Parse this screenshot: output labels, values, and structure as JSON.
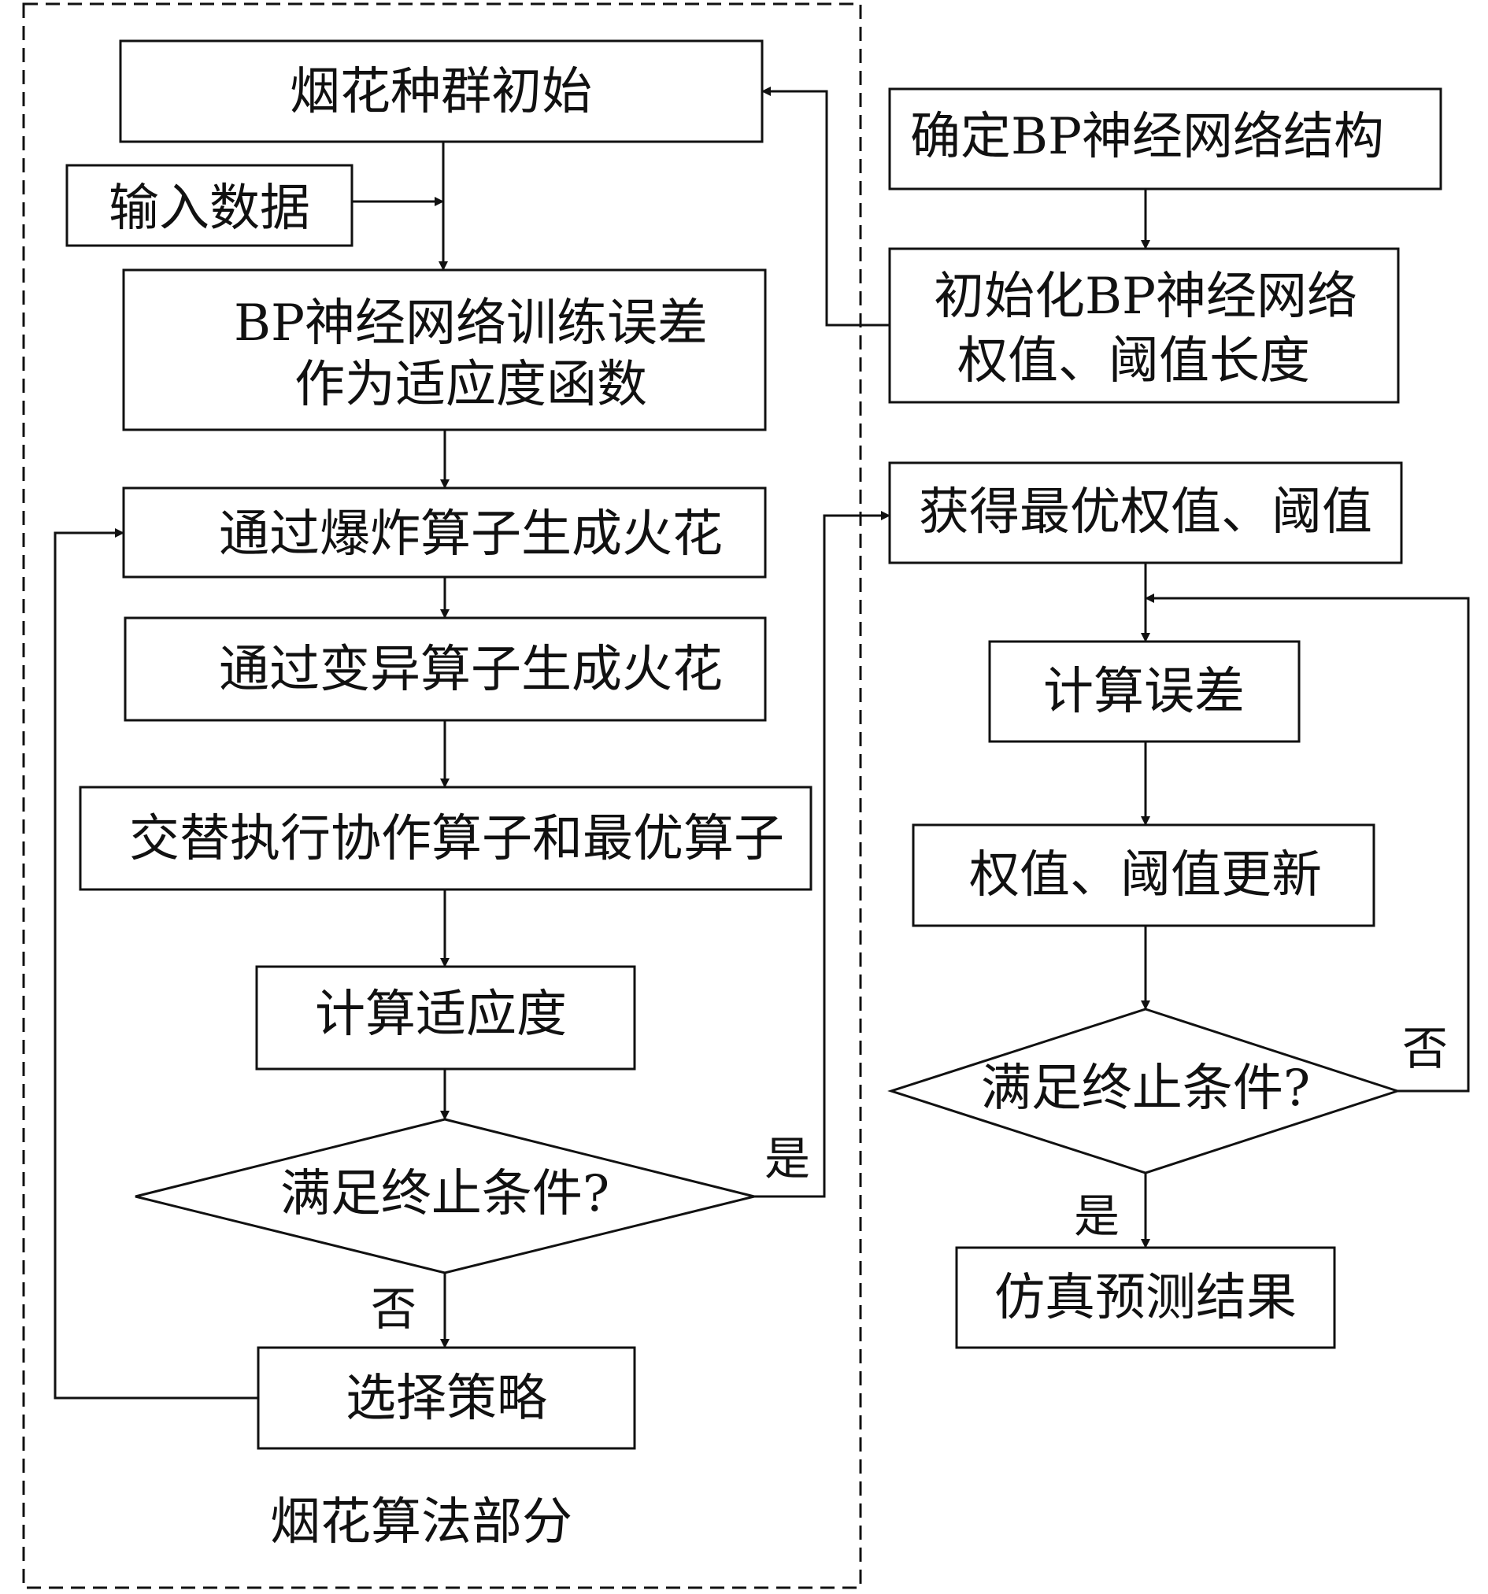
{
  "fwa": {
    "group_label": "烟花算法部分",
    "init_population": "烟花种群初始",
    "input_data": "输入数据",
    "fitness_line1": "BP神经网络训练误差",
    "fitness_line2": "作为适应度函数",
    "explosion": "通过爆炸算子生成火花",
    "mutation": "通过变异算子生成火花",
    "alternate": "交替执行协作算子和最优算子",
    "calc_fitness": "计算适应度",
    "condition": "满足终止条件?",
    "yes": "是",
    "no": "否",
    "select_strategy": "选择策略"
  },
  "bp": {
    "structure": "确定BP神经网络结构",
    "init_line1": "初始化BP神经网络",
    "init_line2": "权值、阈值长度",
    "best_weights": "获得最优权值、阈值",
    "calc_error": "计算误差",
    "update": "权值、阈值更新",
    "condition": "满足终止条件?",
    "no": "否",
    "yes": "是",
    "result": "仿真预测结果"
  }
}
